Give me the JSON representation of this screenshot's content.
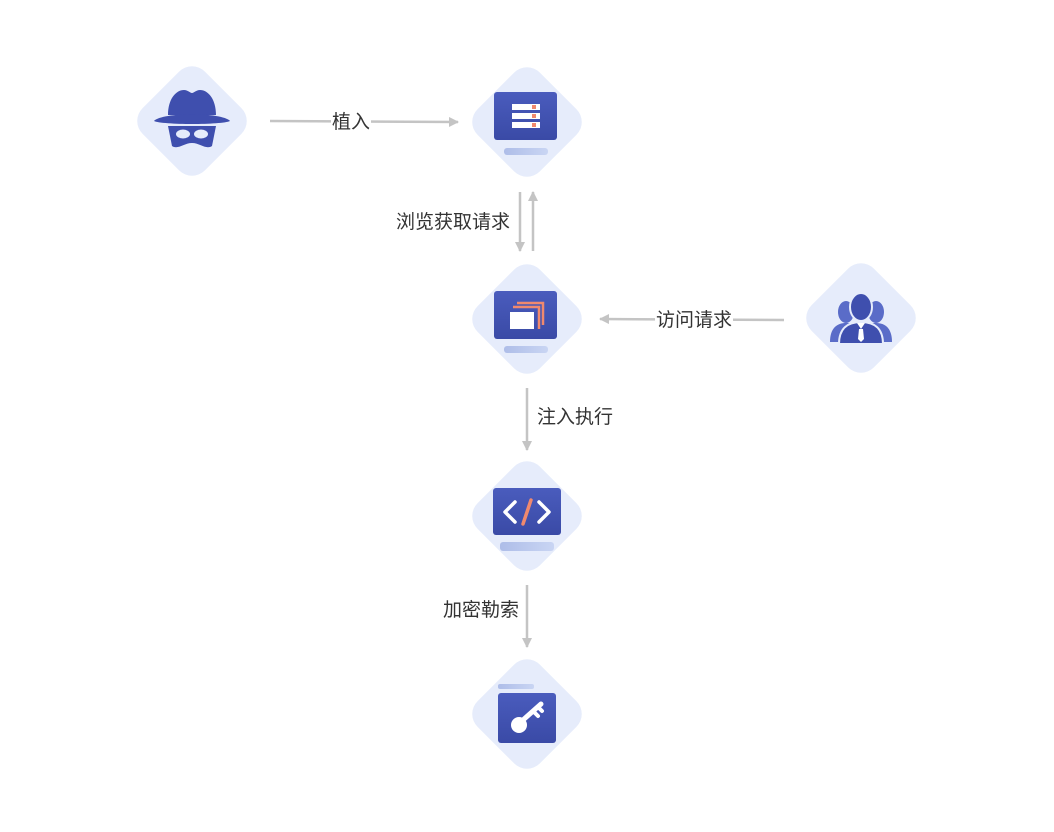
{
  "colors": {
    "node_bg": "#e6ecfb",
    "icon_dark": "#3f4fae",
    "icon_mid": "#5a6cc8",
    "icon_light": "#aebde8",
    "accent": "#f0896e",
    "arrow": "#c4c4c4",
    "text": "#333333"
  },
  "nodes": [
    {
      "id": "attacker",
      "icon": "hacker-icon"
    },
    {
      "id": "server",
      "icon": "server-icon"
    },
    {
      "id": "website",
      "icon": "webpage-icon"
    },
    {
      "id": "users",
      "icon": "users-icon"
    },
    {
      "id": "code",
      "icon": "code-icon"
    },
    {
      "id": "locked",
      "icon": "key-file-icon"
    }
  ],
  "edges": [
    {
      "from": "attacker",
      "to": "server",
      "label": "植入"
    },
    {
      "from": "website",
      "to": "server",
      "label": "浏览获取请求"
    },
    {
      "from": "users",
      "to": "website",
      "label": "访问请求"
    },
    {
      "from": "website",
      "to": "code",
      "label": "注入执行"
    },
    {
      "from": "code",
      "to": "locked",
      "label": "加密勒索"
    }
  ]
}
